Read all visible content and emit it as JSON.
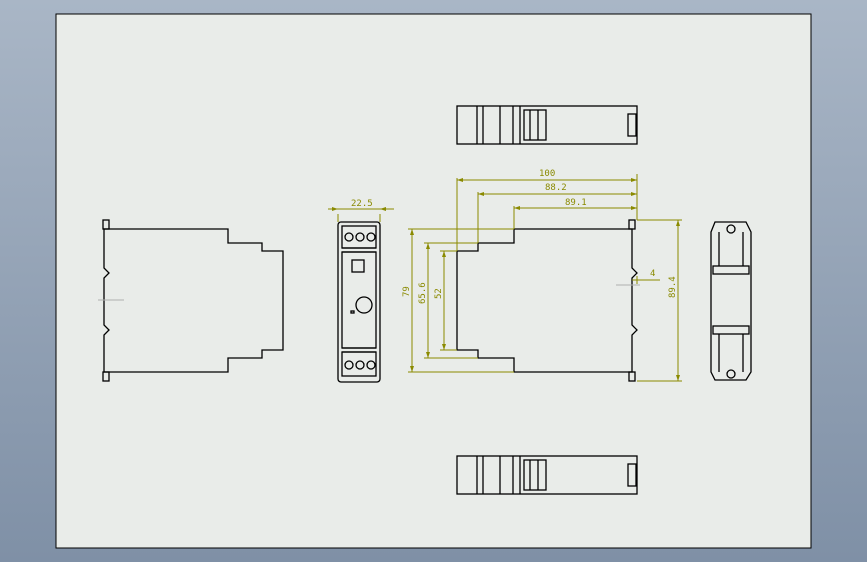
{
  "colors": {
    "background_top": "#a9b6c6",
    "background_bottom": "#7f90a6",
    "sheet": "#e9ece9",
    "outline": "#000000",
    "dimension": "#8a8a00",
    "centerline": "#b0b0b0"
  },
  "dimensions": {
    "width_top_front": "22.5",
    "length_overall": "100",
    "length_mid": "88.2",
    "length_inner": "89.1",
    "height_total": "79",
    "height_mid": "65.6",
    "height_inner": "52",
    "height_side": "89.4",
    "offset_small": "4"
  }
}
